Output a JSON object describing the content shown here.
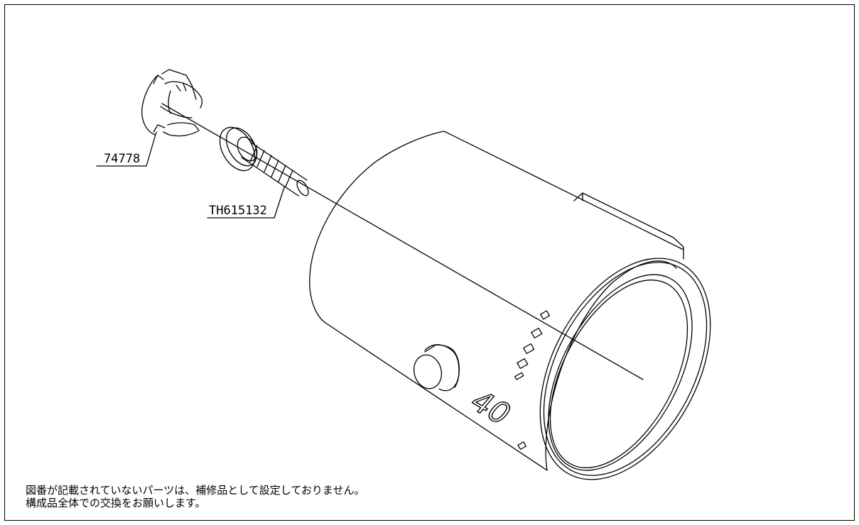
{
  "parts": {
    "cap_part_number": "74778",
    "screw_part_number": "TH615132"
  },
  "dial_marking": "40",
  "notes": {
    "line1": "図番が記載されていないパーツは、補修品として設定しておりません。",
    "line2": "構成品全体での交換をお願いします。"
  }
}
